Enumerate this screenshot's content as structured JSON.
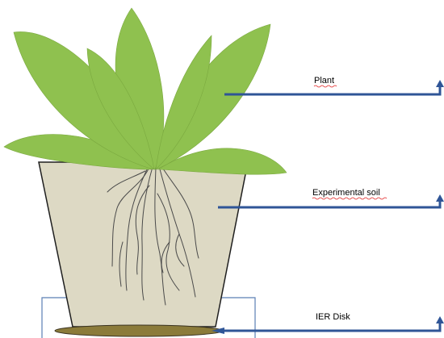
{
  "labels": {
    "plant": "Plant",
    "soil": "Experimental soil",
    "disk": "IER Disk"
  },
  "colors": {
    "leaf": "#8fc14f",
    "soil": "#ddd9c4",
    "pot_outline": "#1f1f1f",
    "disk": "#8b7b3a",
    "arrow": "#2f5597",
    "spell_underline": "#e02020",
    "root": "#4a4a4a",
    "frame": "#5b7fb5"
  }
}
